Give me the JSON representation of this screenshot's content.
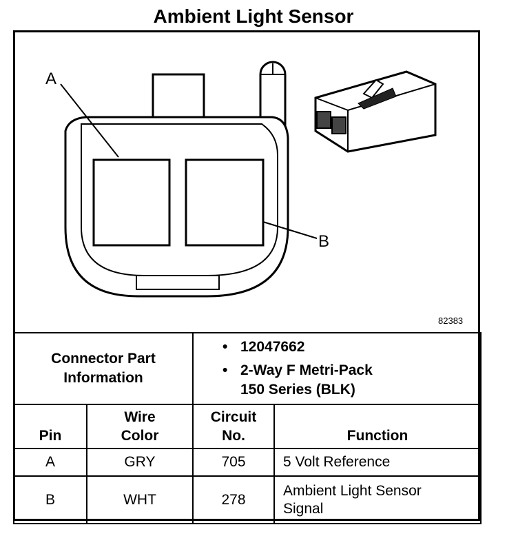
{
  "title": "Ambient Light Sensor",
  "diagram": {
    "label_a": "A",
    "label_b": "B",
    "figure_number": "82383"
  },
  "connector": {
    "label_line1": "Connector Part",
    "label_line2": "Information",
    "part_number": "12047662",
    "description_line1": "2-Way F Metri-Pack",
    "description_line2": "150 Series (BLK)"
  },
  "table": {
    "headers": {
      "pin": "Pin",
      "wire_color_line1": "Wire",
      "wire_color_line2": "Color",
      "circuit_line1": "Circuit",
      "circuit_line2": "No.",
      "function": "Function"
    },
    "rows": [
      {
        "pin": "A",
        "color": "GRY",
        "circuit": "705",
        "function_line1": "5 Volt Reference",
        "function_line2": ""
      },
      {
        "pin": "B",
        "color": "WHT",
        "circuit": "278",
        "function_line1": "Ambient Light Sensor",
        "function_line2": "Signal"
      }
    ]
  }
}
